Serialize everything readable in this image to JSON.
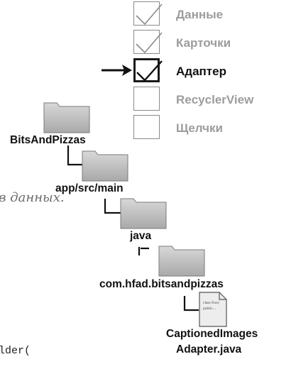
{
  "checklist": {
    "items": [
      {
        "label": "Данные",
        "checked": true,
        "current": false
      },
      {
        "label": "Карточки",
        "checked": true,
        "current": false
      },
      {
        "label": "Адаптер",
        "checked": true,
        "current": true
      },
      {
        "label": "RecyclerView",
        "checked": false,
        "current": false
      },
      {
        "label": "Щелчки",
        "checked": false,
        "current": false
      }
    ]
  },
  "tree": {
    "root": "BitsAndPizzas",
    "level1": "app/src/main",
    "level2": "java",
    "level3": "com.hfad.bitsandpizzas",
    "file_line1": "CaptionedImages",
    "file_line2": "Adapter.java",
    "file_icon_text": "class Foo{ public..."
  },
  "fragments": {
    "note_text": "в данных.",
    "code_text": "lder("
  }
}
